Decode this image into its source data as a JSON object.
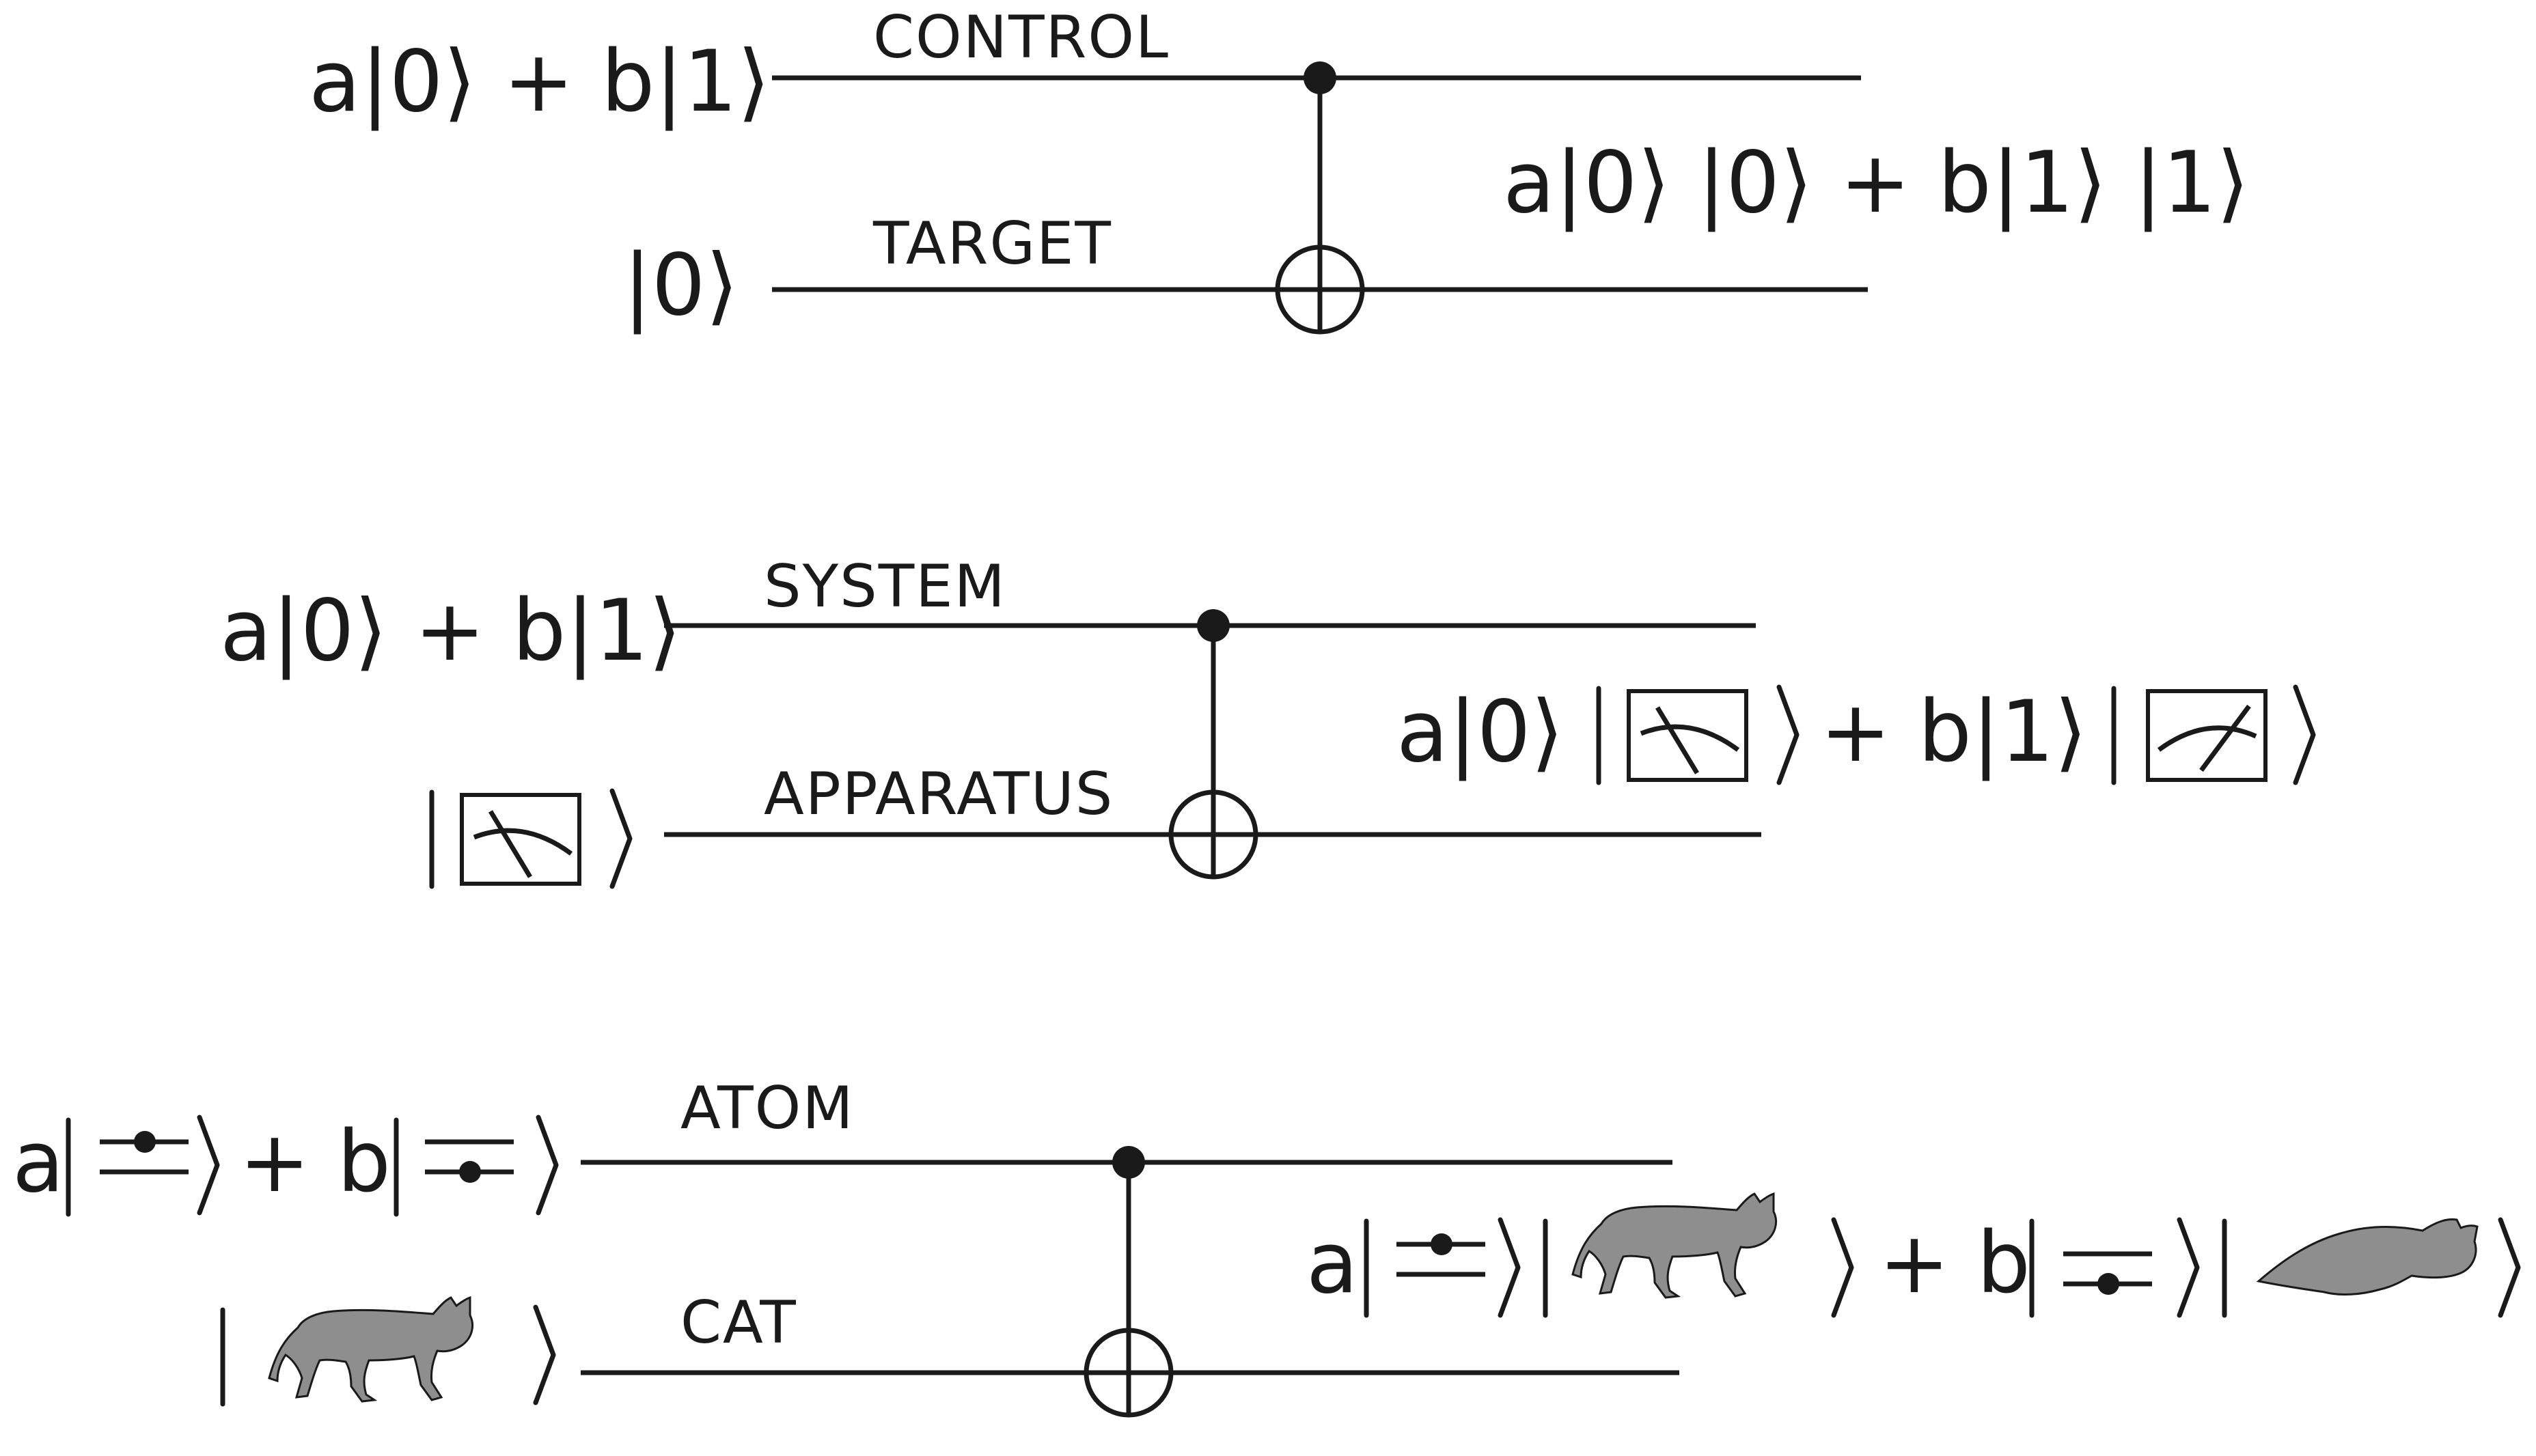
{
  "diagram": {
    "panels": [
      {
        "top_label": "CONTROL",
        "bottom_label": "TARGET",
        "input_top": "a|0⟩ + b|1⟩",
        "input_bottom": "|0⟩",
        "output": "a|0⟩ |0⟩ + b|1⟩ |1⟩"
      },
      {
        "top_label": "SYSTEM",
        "bottom_label": "APPARATUS",
        "input_top": "a|0⟩ + b|1⟩",
        "input_bottom_icon": "meter-icon",
        "output_coef_a": "a|0⟩",
        "output_plus_b": "+ b|1⟩",
        "output_icons": [
          "meter-needle-left-icon",
          "meter-needle-right-icon"
        ]
      },
      {
        "top_label": "ATOM",
        "bottom_label": "CAT",
        "input_coef_a": "a",
        "input_plus_b": "+ b",
        "input_icons": [
          "atom-upper-level-icon",
          "atom-lower-level-icon",
          "cat-standing-icon"
        ],
        "output_coef_a": "a",
        "output_plus_b": "+ b",
        "output_icons": [
          "atom-upper-level-icon",
          "cat-walking-icon",
          "atom-lower-level-icon",
          "cat-lying-icon"
        ]
      }
    ]
  },
  "colors": {
    "ink": "#1a1a1a",
    "cat_fill": "#8e8e8e",
    "background": "#ffffff"
  }
}
